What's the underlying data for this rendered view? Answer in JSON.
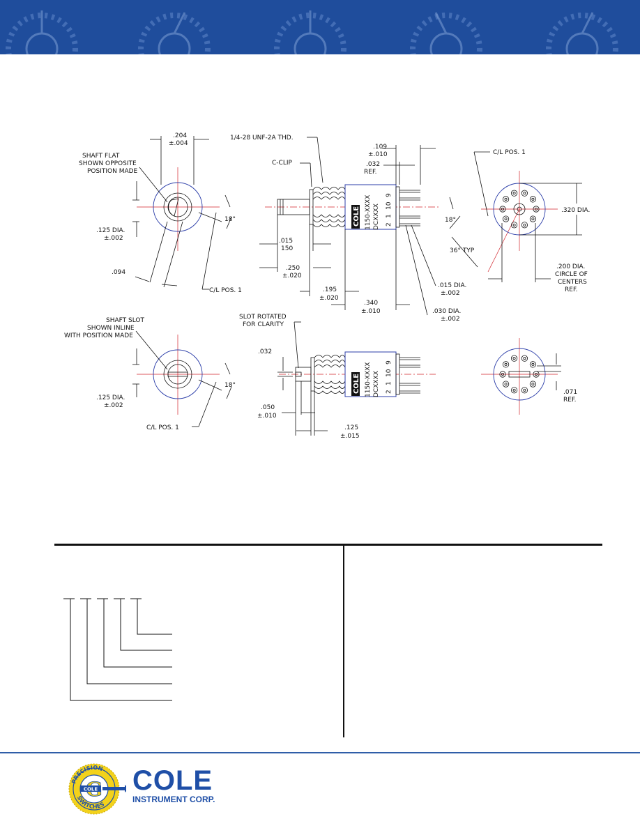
{
  "colors": {
    "banner_blue": "#1f4d9c",
    "banner_dots": "#5b83c6",
    "drawing_blue": "#2b3da8",
    "centerline_red": "#d2222a",
    "logo_yellow": "#f3d21b",
    "brand_blue": "#1f4fa7"
  },
  "view_top_left": {
    "shaft_flat_note": [
      "SHAFT FLAT",
      "SHOWN OPPOSITE",
      "POSITION MADE"
    ],
    "width_dim": [
      ".204",
      "±.004"
    ],
    "dia_dim": [
      ".125 DIA.",
      "±.002"
    ],
    "flat_dim": ".094",
    "angle": "18°",
    "cl_label": "C/L POS. 1"
  },
  "view_top_middle": {
    "thread_label": "1/4-28 UNF-2A THD.",
    "cclip_label": "C-CLIP",
    "dim_015": [
      ".015",
      "150"
    ],
    "dim_250": [
      ".250",
      "±.020"
    ],
    "dim_195": [
      ".195",
      "±.020"
    ],
    "dim_340": [
      ".340",
      "±.010"
    ],
    "dim_109": [
      ".109",
      "±.010"
    ],
    "dim_032_ref": [
      ".032",
      "REF."
    ],
    "pin_dia_015": [
      ".015 DIA.",
      "±.002"
    ],
    "pin_dia_030": [
      ".030 DIA.",
      "±.002"
    ],
    "body_text": [
      "1150-XXXX",
      "DCXXXX"
    ],
    "body_logo": "COLE",
    "pin_numbers": [
      "2",
      "1",
      "10",
      "9"
    ]
  },
  "view_top_right": {
    "cl_label": "C/L POS. 1",
    "dia_dim": ".320 DIA.",
    "angle_18": "18°",
    "angle_36": "36° TYP",
    "circle_note": [
      ".200 DIA.",
      "CIRCLE OF",
      "CENTERS",
      "REF."
    ]
  },
  "view_bottom_left": {
    "shaft_slot_note": [
      "SHAFT SLOT",
      "SHOWN INLINE",
      "WITH POSITION MADE"
    ],
    "dia_dim": [
      ".125 DIA.",
      "±.002"
    ],
    "angle": "18°",
    "cl_label": "C/L POS. 1"
  },
  "view_bottom_middle": {
    "slot_note": [
      "SLOT ROTATED",
      "FOR CLARITY"
    ],
    "dim_032": ".032",
    "dim_050": [
      ".050",
      "±.010"
    ],
    "dim_125": [
      ".125",
      "±.015"
    ]
  },
  "view_bottom_right": {
    "dim_071": [
      ".071",
      "REF."
    ]
  },
  "footer": {
    "brand": "COLE",
    "subtitle": "INSTRUMENT CORP.",
    "seal_top": "PRECISION",
    "seal_bottom": "SWITCHES",
    "seal_center": "COLE"
  }
}
